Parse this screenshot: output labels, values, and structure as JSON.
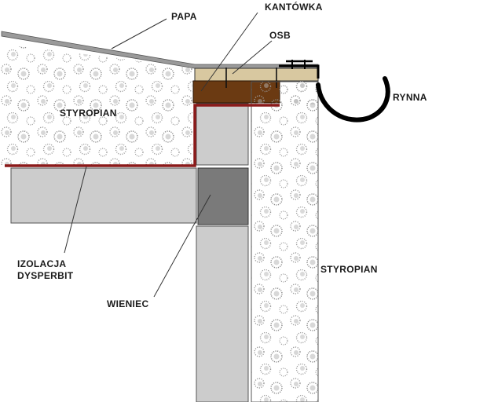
{
  "labels": {
    "papa": "PAPA",
    "kantowka": "KANTÓWKA",
    "osb": "OSB",
    "rynna": "RYNNA",
    "styropian_roof": "STYROPIAN",
    "styropian_wall": "STYROPIAN",
    "izolacja_line1": "IZOLACJA",
    "izolacja_line2": "DYSPERBIT",
    "wieniec": "WIENIEC"
  },
  "colors": {
    "bitumen": "#8b1a1a",
    "timber": "#6b3a12",
    "osb": "#d8c8a0",
    "block": "#cccccc",
    "wieniec": "#7a7a7a",
    "gutter": "#000000",
    "speckle": "#8a8a8a",
    "leader": "#333333"
  }
}
